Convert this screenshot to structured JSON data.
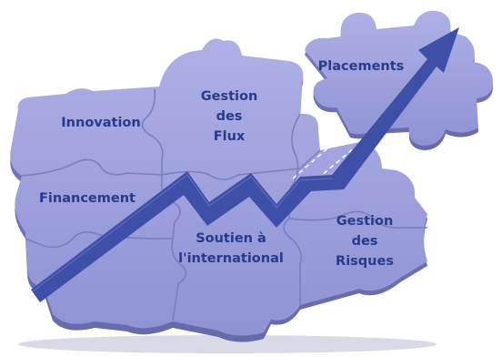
{
  "pieces": {
    "innovation": {
      "label": "Innovation"
    },
    "gestion_flux": {
      "lines": [
        "Gestion",
        "des",
        "Flux"
      ]
    },
    "placements": {
      "label": "Placements"
    },
    "financement": {
      "label": "Financement"
    },
    "soutien": {
      "lines": [
        "Soutien à",
        "l'international"
      ]
    },
    "gestion_risques": {
      "lines": [
        "Gestion",
        "des",
        "Risques"
      ]
    }
  },
  "colors": {
    "piece": "#9d9fdc",
    "piece_edge": "#7d80c2",
    "arrow": "#3d4fa6",
    "text": "#283a8c"
  }
}
